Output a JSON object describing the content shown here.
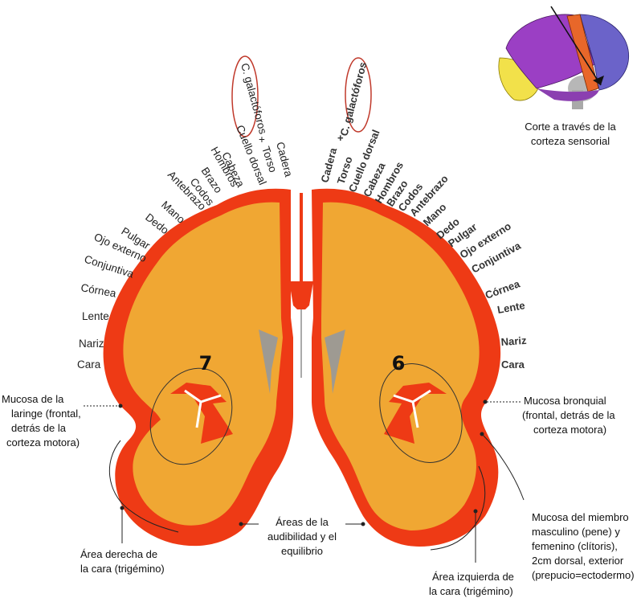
{
  "brain_inset": {
    "caption_line1": "Corte a través de la",
    "caption_line2": "corteza sensorial",
    "colors": {
      "frontal": "#9b3fc4",
      "parietal": "#6b63c9",
      "occipital": "#f2e14a",
      "cut_band": "#e8672a",
      "cerebellum": "#b7b7b7"
    }
  },
  "colors": {
    "cortex": "#ee3a15",
    "white_matter": "#f0a733",
    "ventricle": "#9e9a92",
    "highlight_ring": "#c0392b"
  },
  "left_hemisphere": {
    "number": "7",
    "labels": [
      "C. galactóforos",
      "+",
      "Cadera",
      "Torso",
      "Cuello dorsal",
      "Cabeza",
      "Hombros",
      "Brazo",
      "Codos",
      "Antebrazo",
      "Mano",
      "Dedo",
      "Pulgar",
      "Ojo externo",
      "Conjuntiva",
      "Córnea",
      "Lente",
      "Nariz",
      "Cara"
    ]
  },
  "right_hemisphere": {
    "number": "6",
    "labels": [
      "C. galactóforos",
      "+",
      "Cadera",
      "Torso",
      "Cuello dorsal",
      "Cabeza",
      "Hombros",
      "Brazo",
      "Codos",
      "Antebrazo",
      "Mano",
      "Dedo",
      "Pulgar",
      "Ojo externo",
      "Conjuntiva",
      "Córnea",
      "Lente",
      "Nariz",
      "Cara"
    ]
  },
  "annotations": {
    "left_mucosa": [
      "Mucosa de la",
      "laringe (frontal,",
      "detrás de la",
      "corteza motora)"
    ],
    "right_mucosa": [
      "Mucosa bronquial",
      "(frontal, detrás de la",
      "corteza motora)"
    ],
    "center_areas": [
      "Áreas de la",
      "audibilidad y el",
      "equilibrio"
    ],
    "left_face": [
      "Área derecha de",
      "la cara (trigémino)"
    ],
    "right_face": [
      "Área izquierda de",
      "la cara (trigémino)"
    ],
    "right_member": [
      "Mucosa del miembro",
      "masculino (pene) y",
      "femenino (clítoris),",
      "2cm dorsal, exterior",
      "(prepucio=ectodermo)"
    ]
  }
}
